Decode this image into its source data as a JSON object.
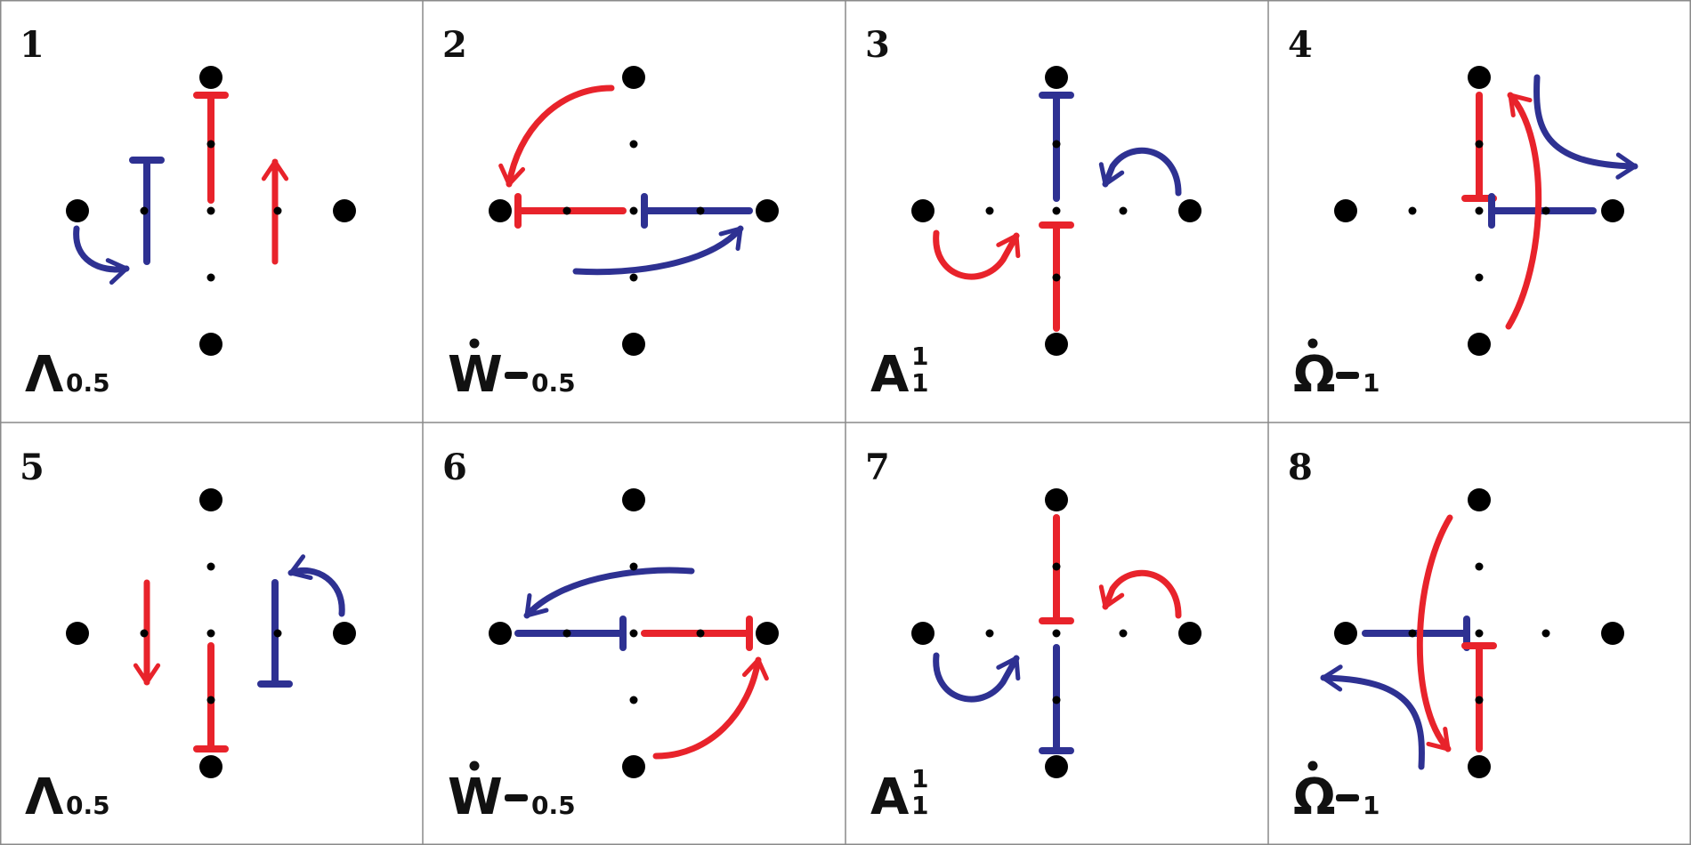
{
  "colors": {
    "red": "#e8232b",
    "blue": "#2e3192",
    "dot": "#000000",
    "grid": "#8a8a8a",
    "text": "#111111"
  },
  "panels": [
    {
      "number": "1",
      "label": {
        "symbol": "Λ",
        "sup": "",
        "sub": "0.5",
        "dot": false,
        "dash": false
      }
    },
    {
      "number": "2",
      "label": {
        "symbol": "W",
        "sup": "",
        "sub": "0.5",
        "dot": true,
        "dash": true
      }
    },
    {
      "number": "3",
      "label": {
        "symbol": "A",
        "sup": "1",
        "sub": "1",
        "dot": false,
        "dash": false
      }
    },
    {
      "number": "4",
      "label": {
        "symbol": "Ω",
        "sup": "",
        "sub": "1",
        "dot": true,
        "dash": true
      }
    },
    {
      "number": "5",
      "label": {
        "symbol": "Λ",
        "sup": "",
        "sub": "0.5",
        "dot": false,
        "dash": false
      }
    },
    {
      "number": "6",
      "label": {
        "symbol": "W",
        "sup": "",
        "sub": "0.5",
        "dot": true,
        "dash": true
      }
    },
    {
      "number": "7",
      "label": {
        "symbol": "A",
        "sup": "1",
        "sub": "1",
        "dot": false,
        "dash": false
      }
    },
    {
      "number": "8",
      "label": {
        "symbol": "Ω",
        "sup": "",
        "sub": "1",
        "dot": true,
        "dash": true
      }
    }
  ]
}
